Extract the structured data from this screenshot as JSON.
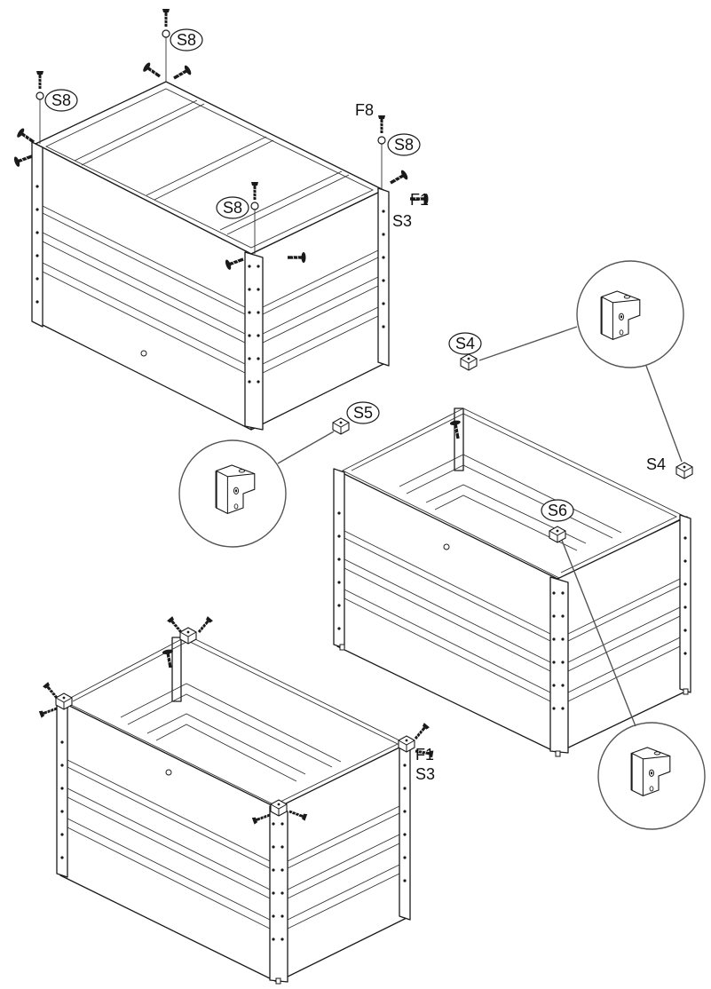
{
  "labels": {
    "s8": "S8",
    "f8": "F8",
    "f1": "F1",
    "s3": "S3",
    "s4": "S4",
    "s5": "S5",
    "s6": "S6"
  },
  "icons": [
    "screw-icon",
    "nut-icon",
    "bolt-icon",
    "bracket-icon"
  ]
}
